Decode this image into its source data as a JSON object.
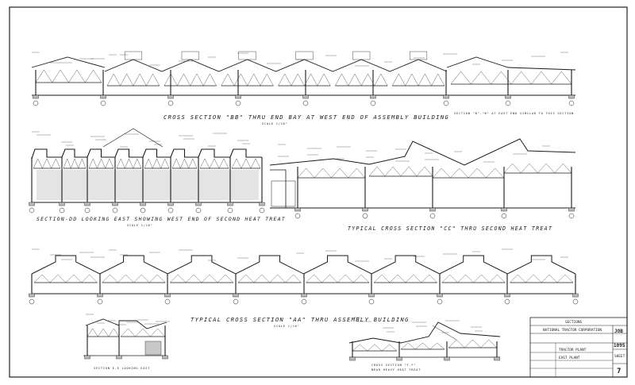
{
  "drawing": {
    "sections": {
      "bb": {
        "caption": "CROSS SECTION \"BB\" THRU END BAY AT WEST END OF ASSEMBLY BUILDING",
        "scale": "SCALE 1/16\"",
        "note": "SECTION \"B\"-\"B\" AT EAST END SIMILAR TO THIS SECTION"
      },
      "dd": {
        "caption": "SECTION-DD LOOKING EAST SHOWING WEST END OF SECOND HEAT TREAT",
        "scale": "SCALE 1/16\""
      },
      "cc": {
        "caption": "TYPICAL CROSS SECTION \"CC\" THRU SECOND HEAT TREAT"
      },
      "aa": {
        "caption": "TYPICAL CROSS SECTION \"AA\" THRU ASSEMBLY BUILDING",
        "scale": "SCALE 1/16\""
      },
      "ee": {
        "caption": "SECTION E-E LOOKING EAST"
      },
      "ff": {
        "caption": "CROSS SECTION \"F-F\"",
        "note": "NEAR HEAVY HEAT TREAT"
      }
    },
    "title_block": {
      "row1": "SECTIONS",
      "row2": "NATIONAL TRACTOR CORPORATION",
      "row3": "TRACTOR PLANT",
      "row4": "EAST PLANT",
      "job_label": "JOB",
      "job_number": "1095",
      "sheet_label": "SHEET",
      "sheet_number": "7"
    }
  }
}
